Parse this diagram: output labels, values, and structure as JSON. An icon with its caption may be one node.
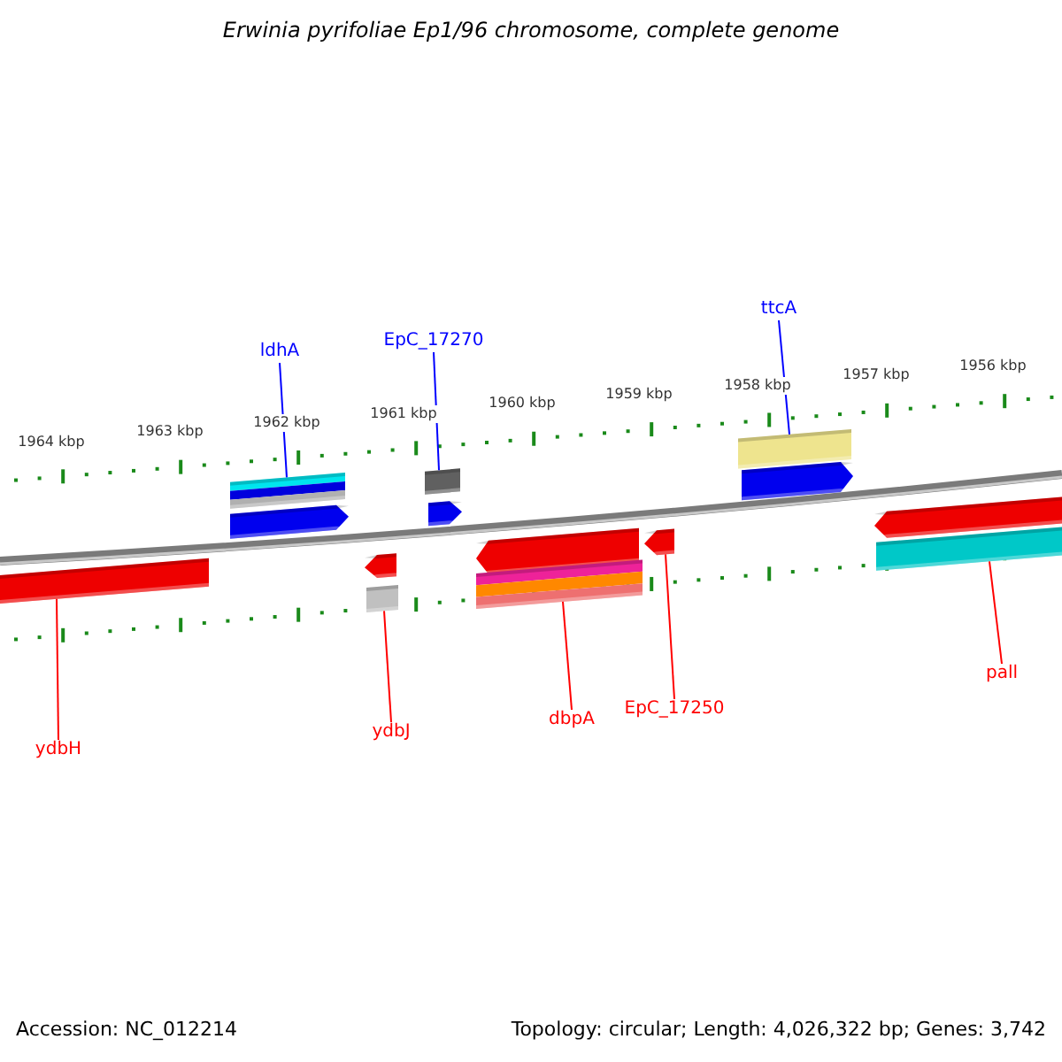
{
  "diagram": {
    "title": "Erwinia pyrifoliae Ep1/96 chromosome, complete genome",
    "nodes": [
      {
        "text": [
          "ldhA"
        ]
      },
      {
        "text": [
          "EpC_17270"
        ]
      },
      {
        "text": [
          "ttcA"
        ]
      },
      {
        "text": [
          "ydbH"
        ]
      },
      {
        "text": [
          "ydbJ"
        ]
      },
      {
        "text": [
          "dbpA"
        ]
      },
      {
        "text": [
          "EpC_17250"
        ]
      },
      {
        "text": [
          "pall"
        ]
      },
      {
        "text": [],
        "shape": "bar"
      },
      {
        "text": [],
        "shape": "arrow"
      },
      {
        "text": [],
        "shape": "bar"
      },
      {
        "text": [],
        "shape": "arrow"
      },
      {
        "text": [],
        "shape": "bar"
      },
      {
        "text": [],
        "shape": "arrow"
      },
      {
        "text": [],
        "shape": "bar"
      },
      {
        "text": [],
        "shape": "arrow"
      },
      {
        "text": [],
        "shape": "bar"
      },
      {
        "text": [],
        "shape": "arrow"
      },
      {
        "text": [],
        "shape": "bar"
      },
      {
        "text": [],
        "shape": "arrow"
      },
      {
        "text": [],
        "shape": "arrow"
      },
      {
        "text": [],
        "shape": "bar"
      }
    ],
    "edges": [
      {
        "from": 0,
        "to": 8,
        "arrow": "none",
        "color": "#0000ff"
      },
      {
        "from": 1,
        "to": 10,
        "arrow": "none",
        "color": "#0000ff"
      },
      {
        "from": 2,
        "to": 12,
        "arrow": "none",
        "color": "#0000ff"
      },
      {
        "from": 3,
        "to": 14,
        "arrow": "none",
        "color": "#ff0000"
      },
      {
        "from": 4,
        "to": 16,
        "arrow": "none",
        "color": "#ff0000"
      },
      {
        "from": 5,
        "to": 18,
        "arrow": "none",
        "color": "#ff0000"
      },
      {
        "from": 6,
        "to": 19,
        "arrow": "none",
        "color": "#ff0000"
      },
      {
        "from": 7,
        "to": 21,
        "arrow": "none",
        "color": "#ff0000"
      }
    ],
    "labels": [
      "1964 kbp",
      "1963 kbp",
      "1962 kbp",
      "1961 kbp",
      "1960 kbp",
      "1959 kbp",
      "1958 kbp",
      "1957 kbp",
      "1956 kbp",
      "Accession: NC_012214",
      "Topology: circular; Length: 4,026,322 bp; Genes: 3,742"
    ]
  }
}
